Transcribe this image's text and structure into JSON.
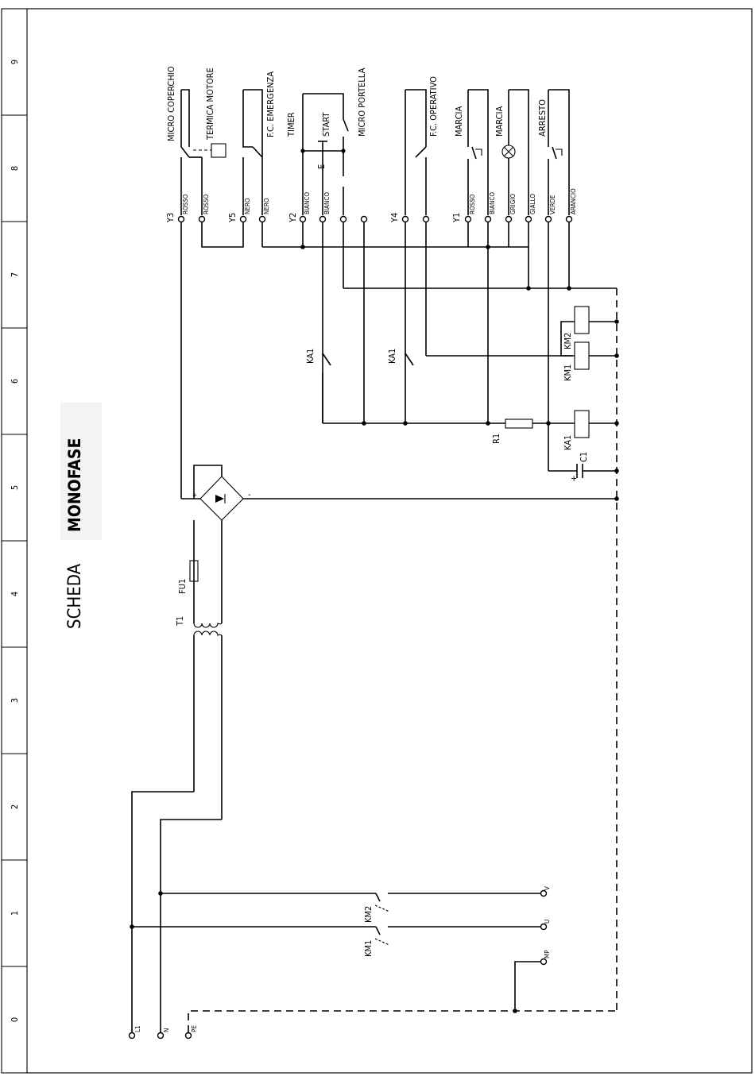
{
  "title": {
    "word1": "SCHEDA",
    "word2": "MONOFASE"
  },
  "zones": [
    "0",
    "1",
    "2",
    "3",
    "4",
    "5",
    "6",
    "7",
    "8",
    "9"
  ],
  "switch_labels": {
    "micro_coperchio": "MICRO COPERCHIO",
    "termica_motore": "TERMICA MOTORE",
    "fc_emergenza": "F.C. EMERGENZA",
    "timer": "TIMER",
    "start": "START",
    "micro_portella": "MICRO PORTELLA",
    "fc_operativo": "F.C. OPERATIVO",
    "marcia_button": "MARCIA",
    "marcia_lamp": "MARCIA",
    "arresto": "ARRESTO",
    "start_marker": "E"
  },
  "wire_numbers": {
    "y3": "Y3",
    "y5": "Y5",
    "y2": "Y2",
    "y4": "Y4",
    "y1": "Y1"
  },
  "wire_colors": {
    "rosso_1": "ROSSO",
    "rosso_2": "ROSSO",
    "nero_1": "NERO",
    "nero_2": "NERO",
    "bianco_1": "BIANCO",
    "bianco_2": "BIANCO",
    "rosso_3": "ROSSO",
    "bianco_3": "BIANCO",
    "grigio": "GRIGIO",
    "giallo": "GIALLO",
    "verde": "VERDE",
    "arancio": "ARANCIO"
  },
  "components": {
    "ka1_contact_1": "KA1",
    "ka1_contact_2": "KA1",
    "km2_coil": "KM2",
    "km1_coil": "KM1",
    "ka1_coil": "KA1",
    "r1": "R1",
    "c1": "C1",
    "fu1": "FU1",
    "t1": "T1",
    "km1_contact": "KM1",
    "km2_contact": "KM2",
    "c1_plus": "+",
    "bridge_plus": "+",
    "bridge_minus": "-"
  },
  "terminals": {
    "l1": "L1",
    "n": "N",
    "pe": "PE",
    "u": "U",
    "v": "V",
    "mp": "MP"
  }
}
